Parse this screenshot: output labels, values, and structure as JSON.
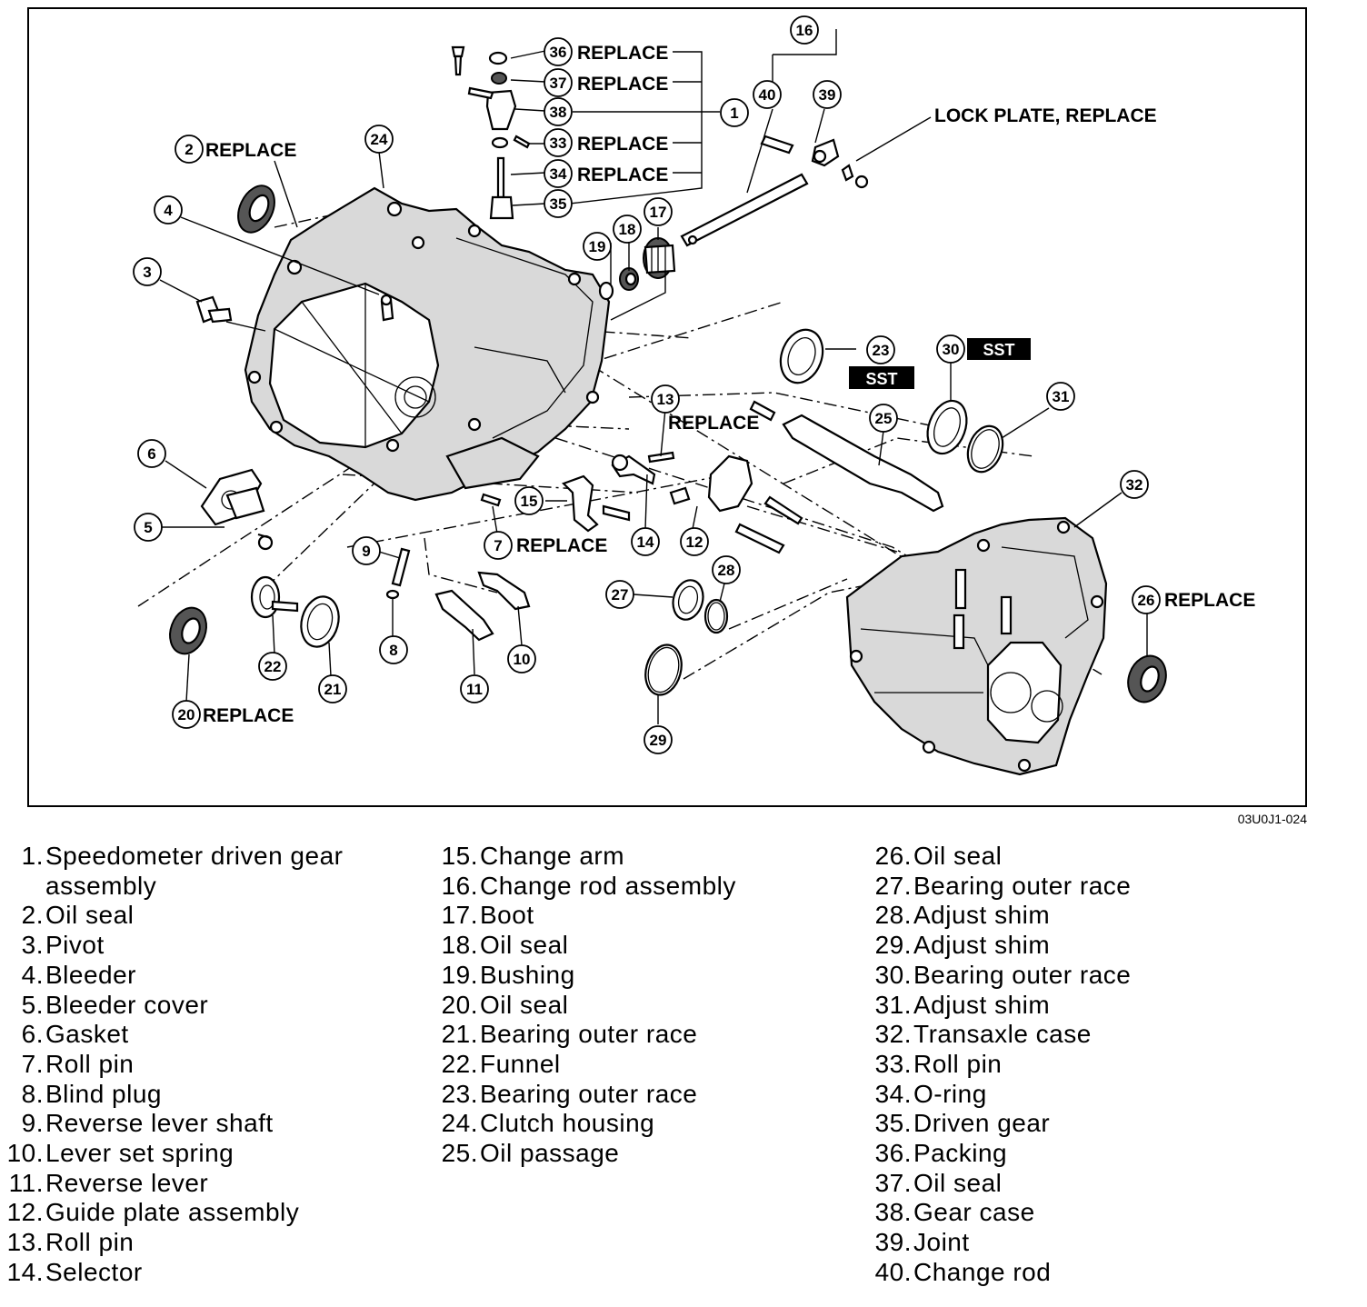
{
  "figure_code": "03U0J1-024",
  "callouts": {
    "c1": "1",
    "c2": "2",
    "c3": "3",
    "c4": "4",
    "c5": "5",
    "c6": "6",
    "c7": "7",
    "c8": "8",
    "c9": "9",
    "c10": "10",
    "c11": "11",
    "c12": "12",
    "c13": "13",
    "c14": "14",
    "c15": "15",
    "c16": "16",
    "c17": "17",
    "c18": "18",
    "c19": "19",
    "c20": "20",
    "c21": "21",
    "c22": "22",
    "c23": "23",
    "c24": "24",
    "c25": "25",
    "c26": "26",
    "c27": "27",
    "c28": "28",
    "c29": "29",
    "c30": "30",
    "c31": "31",
    "c32": "32",
    "c33": "33",
    "c34": "34",
    "c35": "35",
    "c36": "36",
    "c37": "37",
    "c38": "38",
    "c39": "39",
    "c40": "40"
  },
  "notes": {
    "replace": "REPLACE",
    "lock_plate": "LOCK PLATE, REPLACE",
    "sst": "SST"
  },
  "legend": {
    "col1": [
      {
        "n": "1.",
        "t": "Speedometer driven gear"
      },
      {
        "n": "",
        "t": "assembly"
      },
      {
        "n": "2.",
        "t": "Oil seal"
      },
      {
        "n": "3.",
        "t": "Pivot"
      },
      {
        "n": "4.",
        "t": "Bleeder"
      },
      {
        "n": "5.",
        "t": "Bleeder cover"
      },
      {
        "n": "6.",
        "t": "Gasket"
      },
      {
        "n": "7.",
        "t": "Roll pin"
      },
      {
        "n": "8.",
        "t": "Blind plug"
      },
      {
        "n": "9.",
        "t": "Reverse lever shaft"
      },
      {
        "n": "10.",
        "t": "Lever set spring"
      },
      {
        "n": "11.",
        "t": "Reverse lever"
      },
      {
        "n": "12.",
        "t": "Guide plate assembly"
      },
      {
        "n": "13.",
        "t": "Roll pin"
      },
      {
        "n": "14.",
        "t": "Selector"
      }
    ],
    "col2": [
      {
        "n": "15.",
        "t": "Change arm"
      },
      {
        "n": "16.",
        "t": "Change rod assembly"
      },
      {
        "n": "17.",
        "t": "Boot"
      },
      {
        "n": "18.",
        "t": "Oil seal"
      },
      {
        "n": "19.",
        "t": "Bushing"
      },
      {
        "n": "20.",
        "t": "Oil seal"
      },
      {
        "n": "21.",
        "t": "Bearing outer race"
      },
      {
        "n": "22.",
        "t": "Funnel"
      },
      {
        "n": "23.",
        "t": "Bearing outer race"
      },
      {
        "n": "24.",
        "t": "Clutch housing"
      },
      {
        "n": "25.",
        "t": "Oil passage"
      }
    ],
    "col3": [
      {
        "n": "26.",
        "t": "Oil seal"
      },
      {
        "n": "27.",
        "t": "Bearing outer race"
      },
      {
        "n": "28.",
        "t": "Adjust shim"
      },
      {
        "n": "29.",
        "t": "Adjust shim"
      },
      {
        "n": "30.",
        "t": "Bearing outer race"
      },
      {
        "n": "31.",
        "t": "Adjust shim"
      },
      {
        "n": "32.",
        "t": "Transaxle case"
      },
      {
        "n": "33.",
        "t": "Roll pin"
      },
      {
        "n": "34.",
        "t": "O-ring"
      },
      {
        "n": "35.",
        "t": "Driven gear"
      },
      {
        "n": "36.",
        "t": "Packing"
      },
      {
        "n": "37.",
        "t": "Oil seal"
      },
      {
        "n": "38.",
        "t": "Gear case"
      },
      {
        "n": "39.",
        "t": "Joint"
      },
      {
        "n": "40.",
        "t": "Change rod"
      }
    ]
  }
}
